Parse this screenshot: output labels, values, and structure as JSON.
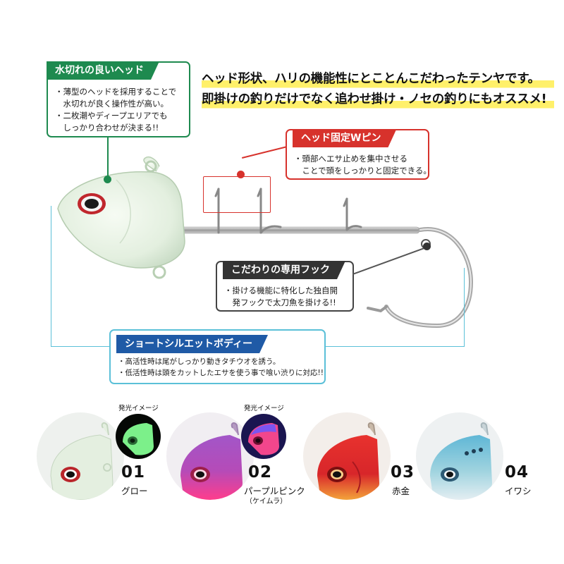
{
  "headline": {
    "line1": "ヘッド形状、ハリの機能性にとことんこだわったテンヤです。",
    "line2": "即掛けの釣りだけでなく追わせ掛け・ノセの釣りにもオススメ!"
  },
  "callouts": {
    "head_cut": {
      "title": "水切れの良いヘッド",
      "lines": [
        "・薄型のヘッドを採用することで",
        "　水切れが良く操作性が高い。",
        "・二枚潮やディープエリアでも",
        "　しっかり合わせが決まる!!"
      ],
      "color": "#1e8a4f"
    },
    "w_pin": {
      "title": "ヘッド固定Wピン",
      "lines": [
        "・頭部へエサ止めを集中させる",
        "　ことで頭をしっかりと固定できる。"
      ],
      "color": "#d7322c"
    },
    "hook": {
      "title": "こだわりの専用フック",
      "lines": [
        "・掛ける機能に特化した独自開",
        "　発フックで太刀魚を掛ける!!"
      ],
      "color": "#333333"
    },
    "body": {
      "title": "ショートシルエットボディー",
      "lines": [
        "・高活性時は尾がしっかり動きタチウオを誘う。",
        "・低活性時は頭をカットしたエサを使う事で喰い渋りに対応!!"
      ],
      "color": "#1f5aa6",
      "border_color": "#5bc0d8"
    }
  },
  "colors": [
    {
      "number": "01",
      "name": "グロー",
      "sub": "",
      "glow_label": "発光イメージ"
    },
    {
      "number": "02",
      "name": "パープルピンク",
      "sub": "（ケイムラ）",
      "glow_label": "発光イメージ"
    },
    {
      "number": "03",
      "name": "赤金",
      "sub": ""
    },
    {
      "number": "04",
      "name": "イワシ",
      "sub": ""
    }
  ]
}
